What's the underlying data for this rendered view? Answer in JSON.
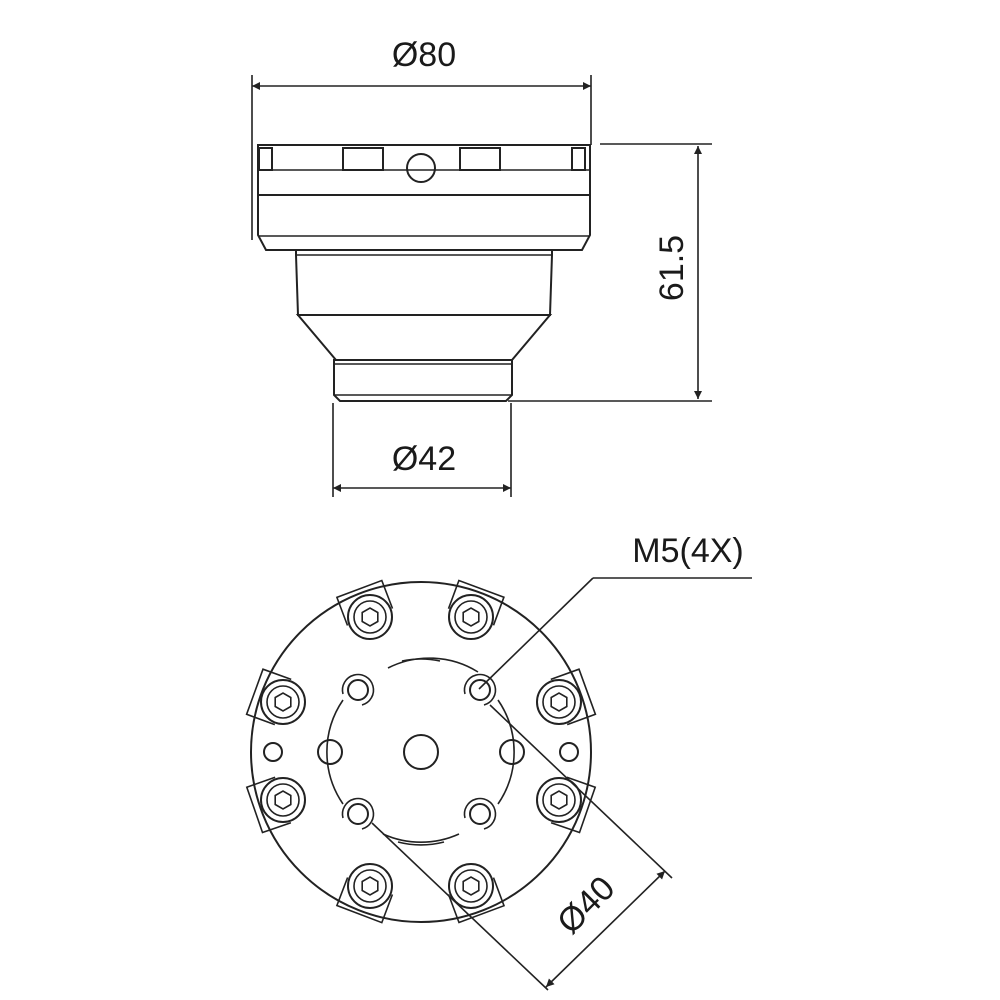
{
  "side_view": {
    "top_diameter_label": "Ø80",
    "height_label": "61.5",
    "bottom_diameter_label": "Ø42"
  },
  "top_view": {
    "thread_label": "M5(4X)",
    "bolt_circle_label": "Ø40"
  },
  "colors": {
    "line": "#222222",
    "background": "#ffffff"
  }
}
